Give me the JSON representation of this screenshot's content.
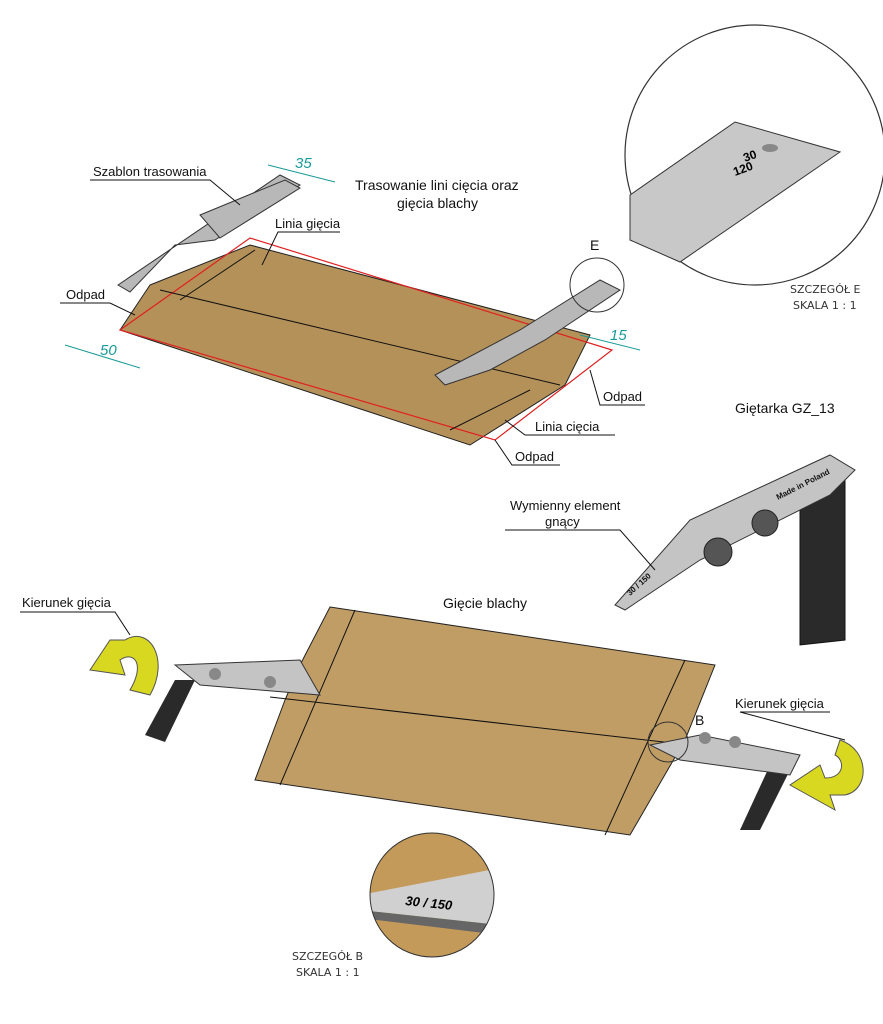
{
  "colors": {
    "sheet": "#b5915a",
    "cut_outline": "#e02020",
    "dimension": "#1a9a9a",
    "arrow": "#d8d820",
    "tool": "#b8b8b8"
  },
  "top_view": {
    "title_line1": "Trasowanie lini cięcia oraz",
    "title_line2": "gięcia blachy",
    "label_template": "Szablon trasowania",
    "label_bend_line": "Linia gięcia",
    "label_waste_left": "Odpad",
    "label_waste_right": "Odpad",
    "label_waste_bottom": "Odpad",
    "label_cut_line": "Linia cięcia",
    "dim_35": "35",
    "dim_50": "50",
    "dim_15": "15",
    "detail_marker": "E",
    "template_marking": "30 120"
  },
  "detail_e": {
    "marking_line1": "30",
    "marking_line2": "120",
    "caption_line1": "SZCZEGÓŁ E",
    "caption_line2": "SKALA 1 : 1"
  },
  "bender": {
    "title": "Giętarka GZ_13",
    "label_line1": "Wymienny element",
    "label_line2": "gnący",
    "engraving": "Made in Poland",
    "blade_marking": "30 / 150"
  },
  "bottom_view": {
    "title": "Gięcie blachy",
    "direction_left": "Kierunek gięcia",
    "direction_right": "Kierunek gięcia",
    "detail_marker": "B"
  },
  "detail_b": {
    "marking": "30 / 150",
    "caption_line1": "SZCZEGÓŁ B",
    "caption_line2": "SKALA 1 : 1"
  }
}
